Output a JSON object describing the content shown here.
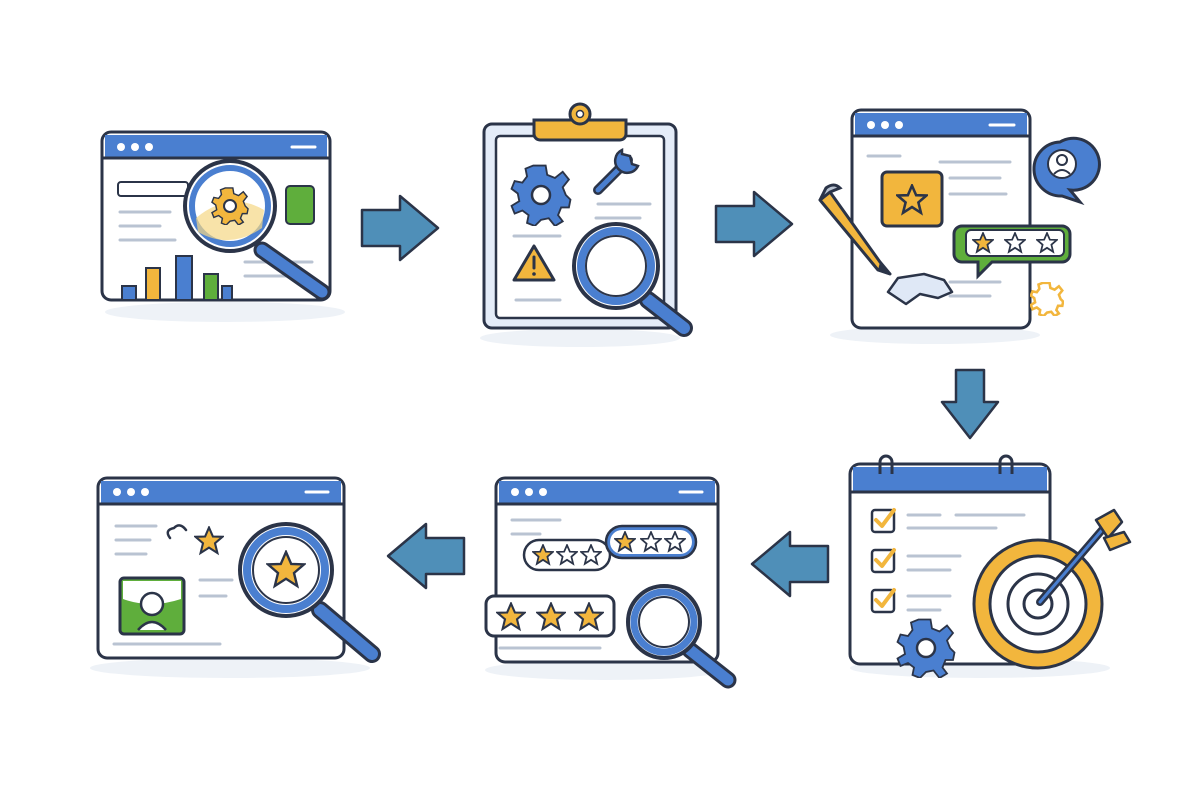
{
  "colors": {
    "outline": "#2b3448",
    "blue": "#4a7fd0",
    "blue_light": "#6f9be0",
    "blue_pale": "#e4ecf8",
    "yellow": "#f2b63d",
    "green": "#5fae3c",
    "arrow": "#4f8fb8",
    "gray_line": "#b9c3d2",
    "shadow": "#eef2f7"
  },
  "steps": [
    {
      "id": 1,
      "icon": "browser-window-analytics-search-icon",
      "elements": [
        "magnifier-icon",
        "gear-icon",
        "bar-chart-icon"
      ]
    },
    {
      "id": 2,
      "icon": "clipboard-audit-icon",
      "elements": [
        "gear-icon",
        "wrench-icon",
        "warning-icon",
        "magnifier-icon"
      ]
    },
    {
      "id": 3,
      "icon": "document-review-icon",
      "elements": [
        "pencil-icon",
        "star-icon",
        "rating-bubble-icon",
        "user-bubble-icon",
        "gear-icon"
      ]
    },
    {
      "id": 4,
      "icon": "calendar-checklist-target-icon",
      "elements": [
        "checkbox-icon",
        "target-icon",
        "arrow-icon",
        "gear-icon"
      ]
    },
    {
      "id": 5,
      "icon": "browser-window-ratings-icon",
      "elements": [
        "rating-stars-icon",
        "magnifier-icon"
      ]
    },
    {
      "id": 6,
      "icon": "browser-window-profile-search-icon",
      "elements": [
        "profile-image-icon",
        "star-icon",
        "magnifier-icon"
      ]
    }
  ],
  "connectors": [
    {
      "from": 1,
      "to": 2,
      "direction": "right"
    },
    {
      "from": 2,
      "to": 3,
      "direction": "right"
    },
    {
      "from": 3,
      "to": 4,
      "direction": "down"
    },
    {
      "from": 4,
      "to": 5,
      "direction": "left"
    },
    {
      "from": 5,
      "to": 6,
      "direction": "left"
    }
  ]
}
